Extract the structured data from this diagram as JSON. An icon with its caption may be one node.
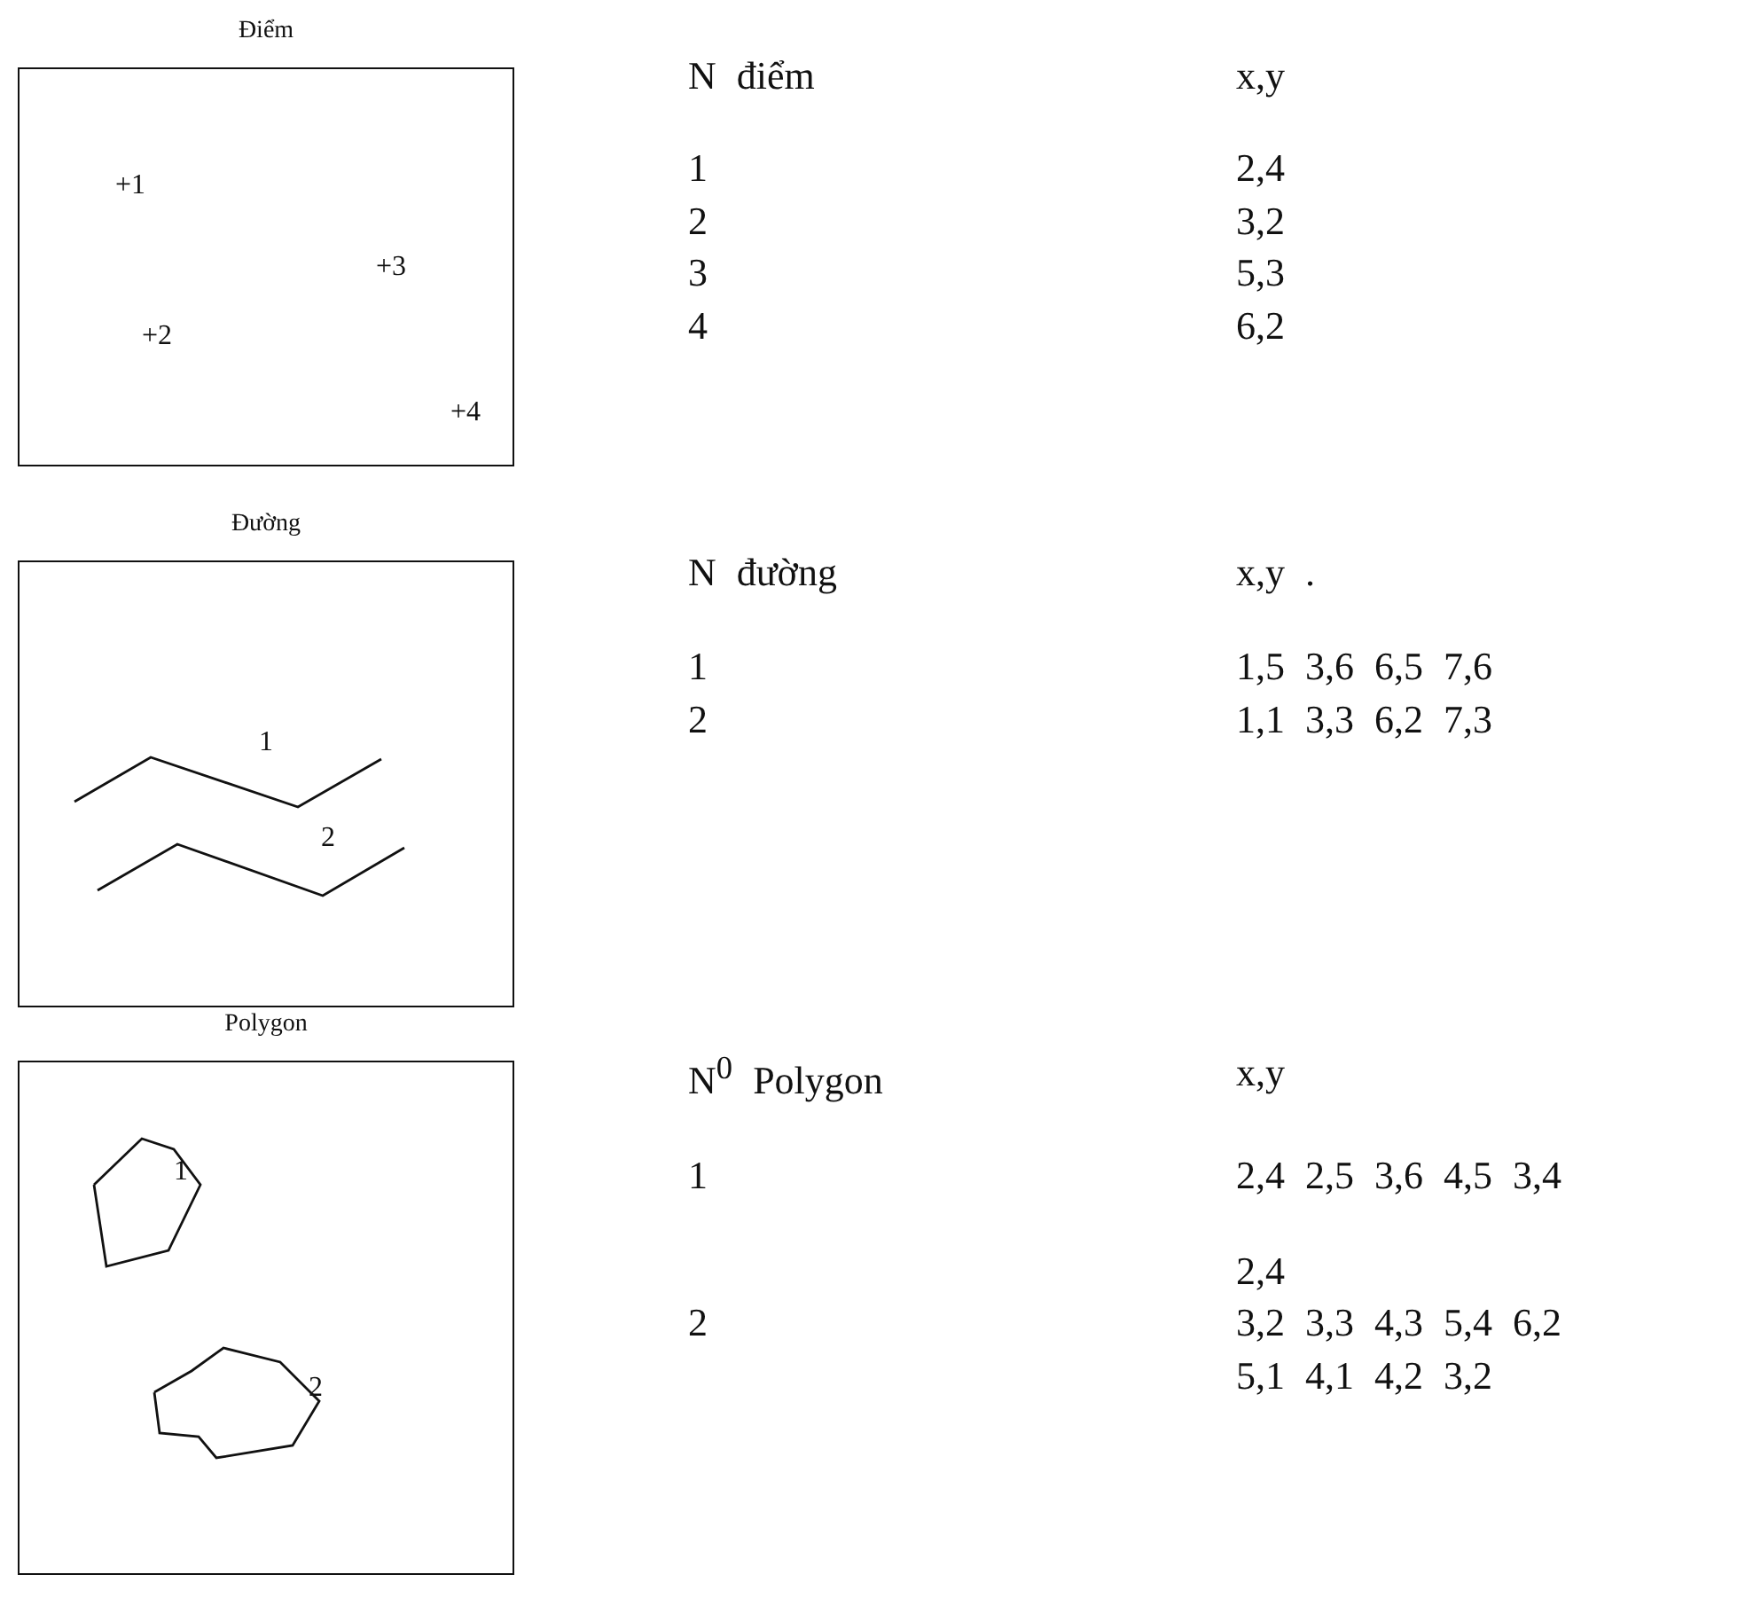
{
  "diagram": {
    "nodes": [
      {
        "text": [
          "Điểm"
        ]
      },
      {
        "text": [
          "Đường"
        ]
      },
      {
        "text": [
          "Polygon"
        ]
      }
    ],
    "labels": [
      "+1",
      "+3",
      "+2",
      "+4",
      "N điểm",
      "x,y",
      "1",
      "2,4",
      "2",
      "3,2",
      "3",
      "5,3",
      "4",
      "6,2",
      "1",
      "2",
      "N đường",
      "x,y .",
      "1",
      "1,5 3,6 6,5 7,6",
      "2",
      "1,1 3,3 6,2 7,3",
      "1",
      "2",
      "N$^{0}$ Polygon",
      "x,y",
      "1",
      "2,4 2,5 3,6 4,5 3,4",
      "2,4",
      "2",
      "3,2 3,3 4,3 5,4 6,2",
      "5,1 4,1 4,2 3,2"
    ]
  }
}
